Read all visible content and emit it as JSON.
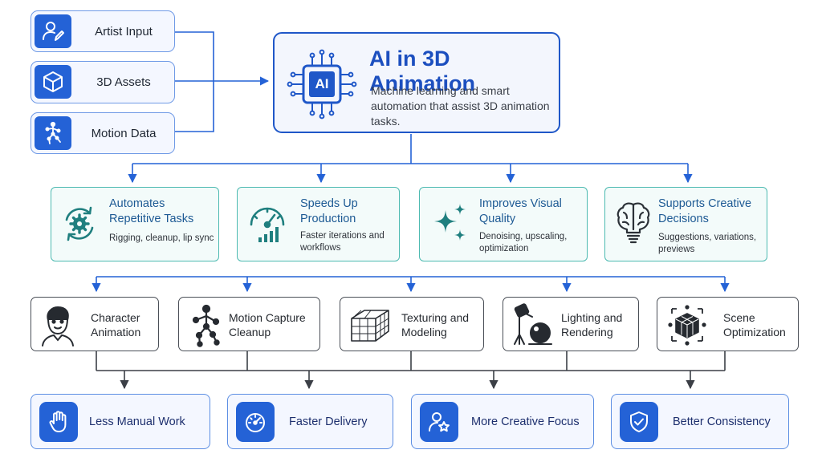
{
  "inputs": [
    {
      "label": "Artist Input",
      "icon": "person-edit-icon"
    },
    {
      "label": "3D Assets",
      "icon": "cube-icon"
    },
    {
      "label": "Motion Data",
      "icon": "motion-figure-icon"
    }
  ],
  "center": {
    "chip_text": "AI",
    "title": "AI in 3D Animation",
    "description": "Machine learning and smart automation that assist 3D animation tasks."
  },
  "benefits": [
    {
      "title": "Automates Repetitive Tasks",
      "subtitle": "Rigging, cleanup, lip sync",
      "icon": "gear-cycle-icon"
    },
    {
      "title": "Speeds Up Production",
      "subtitle": "Faster iterations and workflows",
      "icon": "speedometer-chart-icon"
    },
    {
      "title": "Improves Visual Quality",
      "subtitle": "Denoising, upscaling, optimization",
      "icon": "sparkle-icon"
    },
    {
      "title": "Supports Creative Decisions",
      "subtitle": "Suggestions, variations, previews",
      "icon": "brain-bulb-icon"
    }
  ],
  "applications": [
    {
      "label": "Character Animation",
      "icon": "character-face-icon"
    },
    {
      "label": "Motion Capture Cleanup",
      "icon": "mocap-figure-icon"
    },
    {
      "label": "Texturing and Modeling",
      "icon": "wireframe-cube-icon"
    },
    {
      "label": "Lighting and Rendering",
      "icon": "spotlight-sphere-icon"
    },
    {
      "label": "Scene Optimization",
      "icon": "optimized-cube-icon"
    }
  ],
  "outcomes": [
    {
      "label": "Less Manual Work",
      "icon": "hand-icon"
    },
    {
      "label": "Faster Delivery",
      "icon": "gauge-icon"
    },
    {
      "label": "More Creative Focus",
      "icon": "user-star-icon"
    },
    {
      "label": "Better Consistency",
      "icon": "shield-check-icon"
    }
  ],
  "colors": {
    "primary_blue": "#2462d6",
    "dark_blue": "#1f57c8",
    "teal": "#4dbab1",
    "teal_icon": "#1f7f7f",
    "dark_gray": "#4a4f57"
  }
}
